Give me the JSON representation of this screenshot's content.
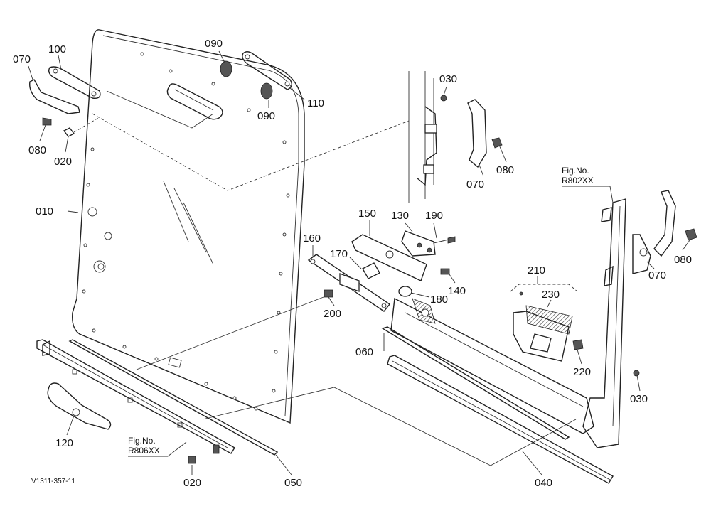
{
  "drawing_id": "V1311-357-11",
  "callouts": {
    "c_070_a": "070",
    "c_100": "100",
    "c_080_a": "080",
    "c_020_a": "020",
    "c_090_a": "090",
    "c_090_b": "090",
    "c_110": "110",
    "c_010": "010",
    "c_030_a": "030",
    "c_070_b": "070",
    "c_080_b": "080",
    "c_150": "150",
    "c_130": "130",
    "c_190": "190",
    "c_160": "160",
    "c_170": "170",
    "c_140": "140",
    "c_180": "180",
    "c_200": "200",
    "c_210": "210",
    "c_230": "230",
    "c_060": "060",
    "c_220": "220",
    "c_030_b": "030",
    "c_070_c": "070",
    "c_080_c": "080",
    "c_120": "120",
    "c_020_b": "020",
    "c_050": "050",
    "c_040": "040"
  },
  "fig_refs": {
    "ref_a_label": "Fig.No.",
    "ref_a_number": "R802XX",
    "ref_b_label": "Fig.No.",
    "ref_b_number": "R806XX"
  }
}
